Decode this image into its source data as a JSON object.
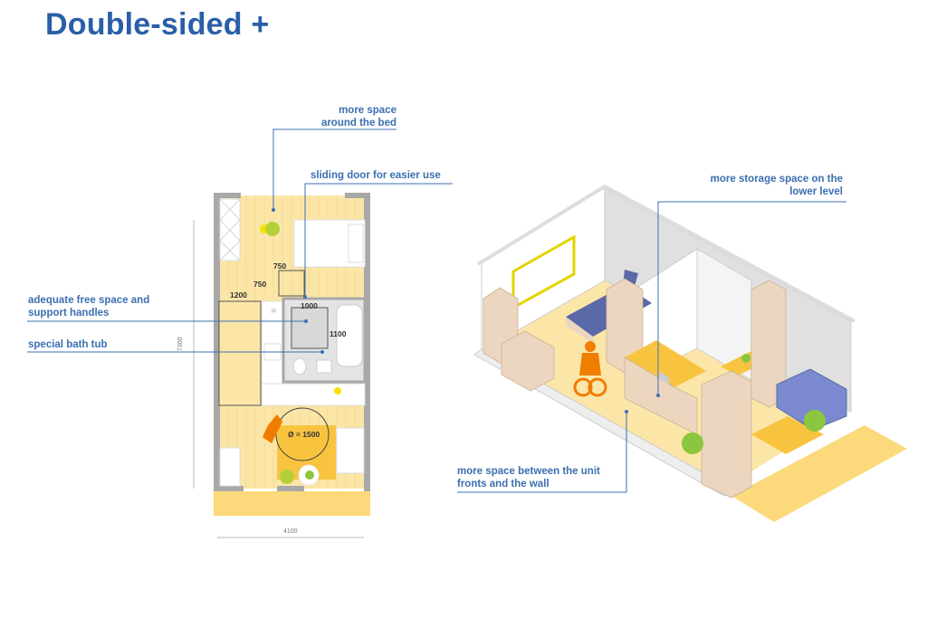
{
  "title": "Double-sided +",
  "colors": {
    "title_blue": "#2a5fa8",
    "label_blue": "#3b6fb0",
    "floor_yellow": "#fbe6a8",
    "accent_orange": "#f07d00",
    "accent_yellow": "#f8c440",
    "wall_grey": "#a8a8a8",
    "furniture_beige": "#ecd6bf",
    "bed_blue": "#5a6aa8",
    "sofa_blue": "#7b8ad0",
    "plant_green": "#8cc63f"
  },
  "floor_plan": {
    "labels": {
      "bed_space": [
        "more space",
        "around the bed"
      ],
      "sliding_door": "sliding door for easier use",
      "free_space": [
        "adequate free space and",
        "support handles"
      ],
      "bath_tub": "special bath tub"
    },
    "dimensions": {
      "square_w": "750",
      "square_h": "750",
      "kitchen_w": "1200",
      "bath_w": "1000",
      "bath_h": "1100",
      "turning_circle": "Ø = 1500",
      "total_width": "4100",
      "total_length": "7300"
    }
  },
  "isometric": {
    "labels": {
      "storage": [
        "more storage space on the",
        "lower level"
      ],
      "unit_fronts": [
        "more space between the unit",
        "fronts and the wall"
      ]
    }
  }
}
